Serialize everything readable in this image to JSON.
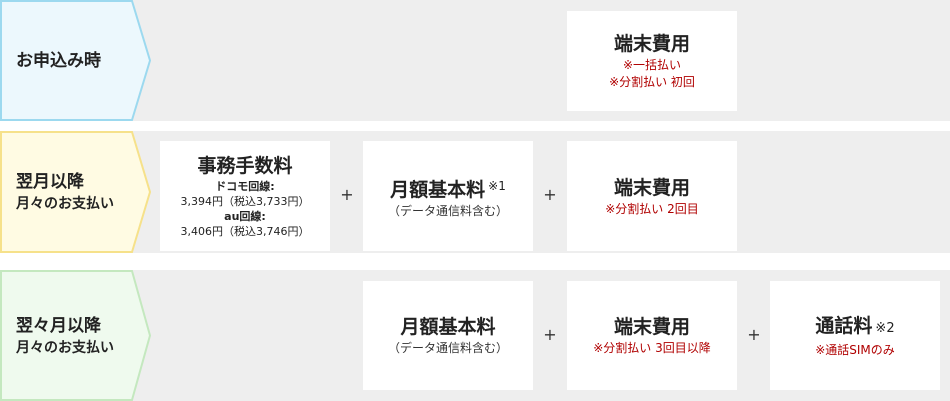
{
  "rows": [
    {
      "label": {
        "line1": "お申込み時",
        "line2": ""
      },
      "colors": {
        "fill": "#ecf8fd",
        "stroke": "#9cd9ef"
      }
    },
    {
      "label": {
        "line1": "翌月以降",
        "line2": "月々のお支払い"
      },
      "colors": {
        "fill": "#fffbe3",
        "stroke": "#f6e18a"
      }
    },
    {
      "label": {
        "line1": "翌々月以降",
        "line2": "月々のお支払い"
      },
      "colors": {
        "fill": "#effaee",
        "stroke": "#c4e8bf"
      }
    }
  ],
  "row1_device": {
    "title": "端末費用",
    "note1": "※一括払い",
    "note2": "※分割払い 初回"
  },
  "row2_fees": {
    "title": "事務手数料",
    "docomo_label": "ドコモ回線:",
    "docomo_value": "3,394円（税込3,733円）",
    "au_label": "au回線:",
    "au_value": "3,406円（税込3,746円）"
  },
  "row2_monthly": {
    "title": "月額基本料",
    "marker": "※1",
    "sub": "（データ通信料含む）"
  },
  "row2_device": {
    "title": "端末費用",
    "note": "※分割払い 2回目"
  },
  "row3_monthly": {
    "title": "月額基本料",
    "sub": "（データ通信料含む）"
  },
  "row3_device": {
    "title": "端末費用",
    "note": "※分割払い 3回目以降"
  },
  "row3_call": {
    "title": "通話料",
    "marker": "※2",
    "note": "※通話SIMのみ"
  },
  "plus_symbol": "+"
}
